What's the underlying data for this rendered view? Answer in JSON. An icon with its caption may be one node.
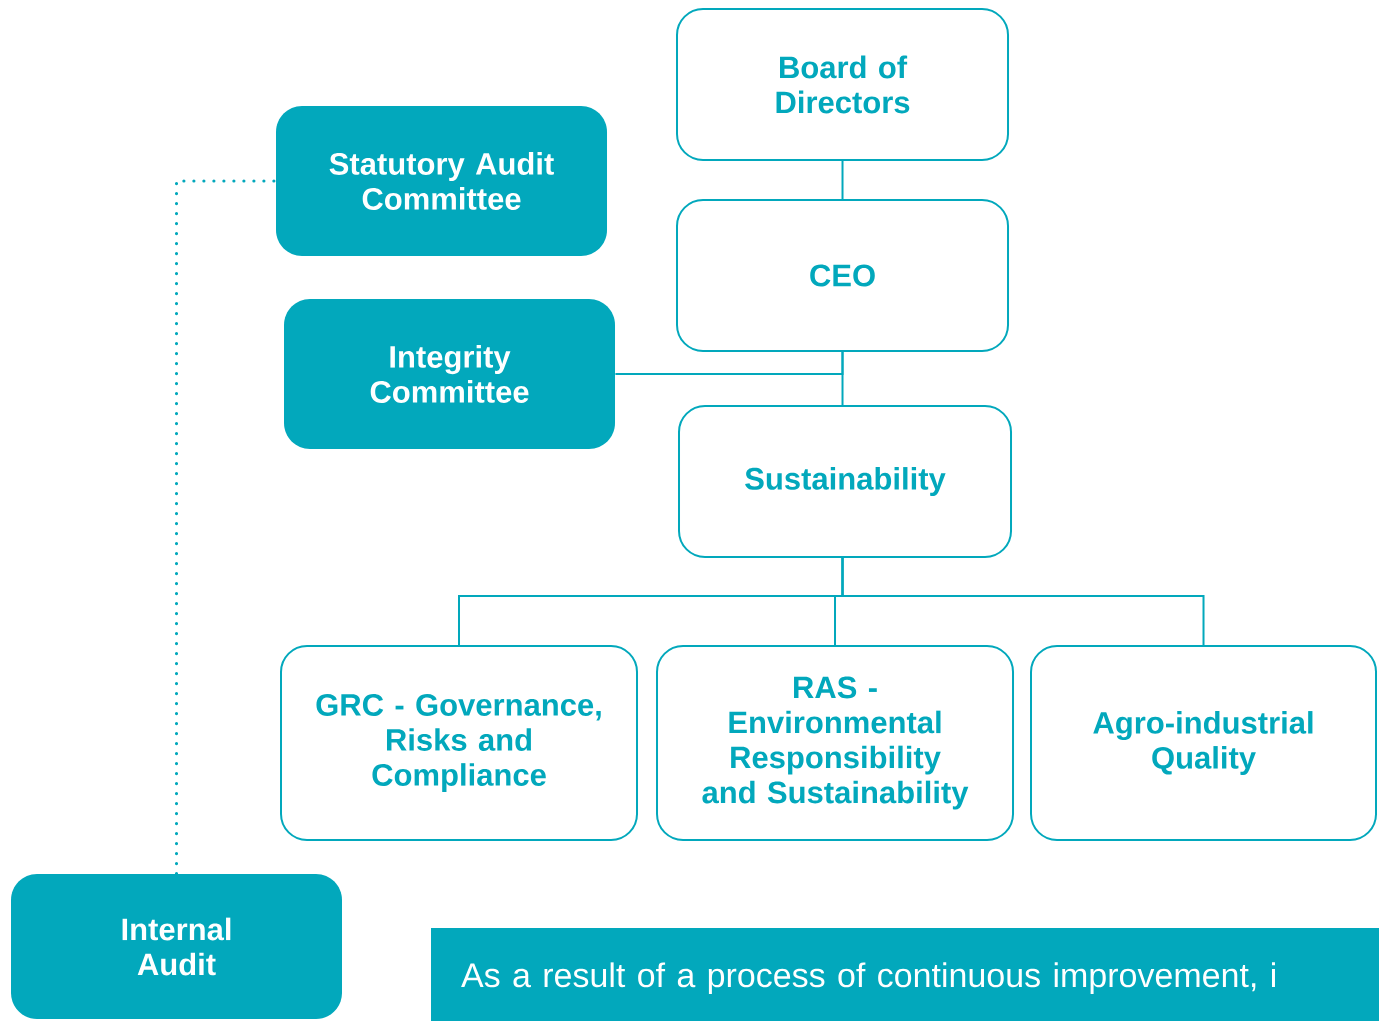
{
  "diagram": {
    "nodes": [
      {
        "text": [
          "Board of Directors"
        ]
      },
      {
        "text": [
          "Statutory Audit Committee"
        ]
      },
      {
        "text": [
          "CEO"
        ]
      },
      {
        "text": [
          "Integrity Committee"
        ]
      },
      {
        "text": [
          "Sustainability"
        ]
      },
      {
        "text": [
          "GRC - Governance, Risks and Compliance"
        ]
      },
      {
        "text": [
          "RAS - Environmental Responsibility and Sustainability"
        ]
      },
      {
        "text": [
          "Agro-industrial Quality"
        ]
      },
      {
        "text": [
          "Internal Audit"
        ]
      },
      {
        "text": [
          "As a result of a process of continuous improvement, i"
        ]
      }
    ],
    "edges": [
      {
        "from": 0,
        "to": 2,
        "arrow": "none"
      },
      {
        "from": 2,
        "to": 4,
        "arrow": "none"
      },
      {
        "from": 3,
        "to": 2,
        "arrow": "none"
      },
      {
        "from": 4,
        "to": 5,
        "arrow": "none"
      },
      {
        "from": 4,
        "to": 6,
        "arrow": "none"
      },
      {
        "from": 4,
        "to": 7,
        "arrow": "none"
      },
      {
        "from": 8,
        "to": 1,
        "arrow": "none",
        "style": "dashed"
      }
    ]
  }
}
